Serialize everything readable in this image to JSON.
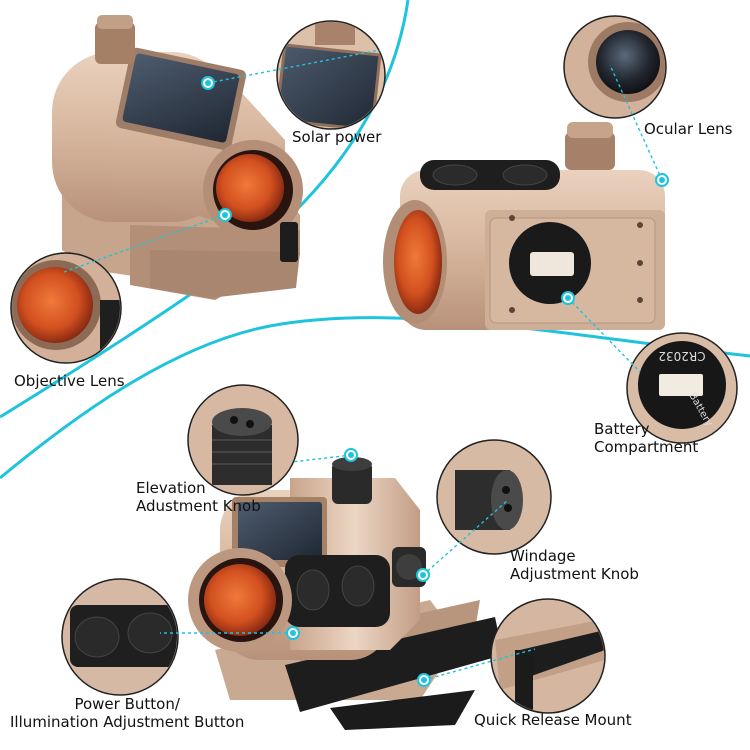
{
  "colors": {
    "accent": "#1ec3dc",
    "metal": "#d8b9a1",
    "metal_dark": "#a78069",
    "lens_red": "#c9471d",
    "black": "#1b1b1b"
  },
  "labels": {
    "solar_power": "Solar power",
    "objective_lens": "Objective Lens",
    "ocular_lens": "Ocular Lens",
    "battery_compartment": [
      "Battery",
      "Compartment"
    ],
    "elevation_knob": [
      "Elevation",
      "Adustment Knob"
    ],
    "windage_knob": [
      "Windage",
      "Adjustment Knob"
    ],
    "power_button": [
      "Power Button/",
      "Illumination Adjustment Button"
    ],
    "quick_release": "Quick Release Mount"
  },
  "printed_text": {
    "battery_model": "CR2032",
    "battery_word": "Battery"
  }
}
